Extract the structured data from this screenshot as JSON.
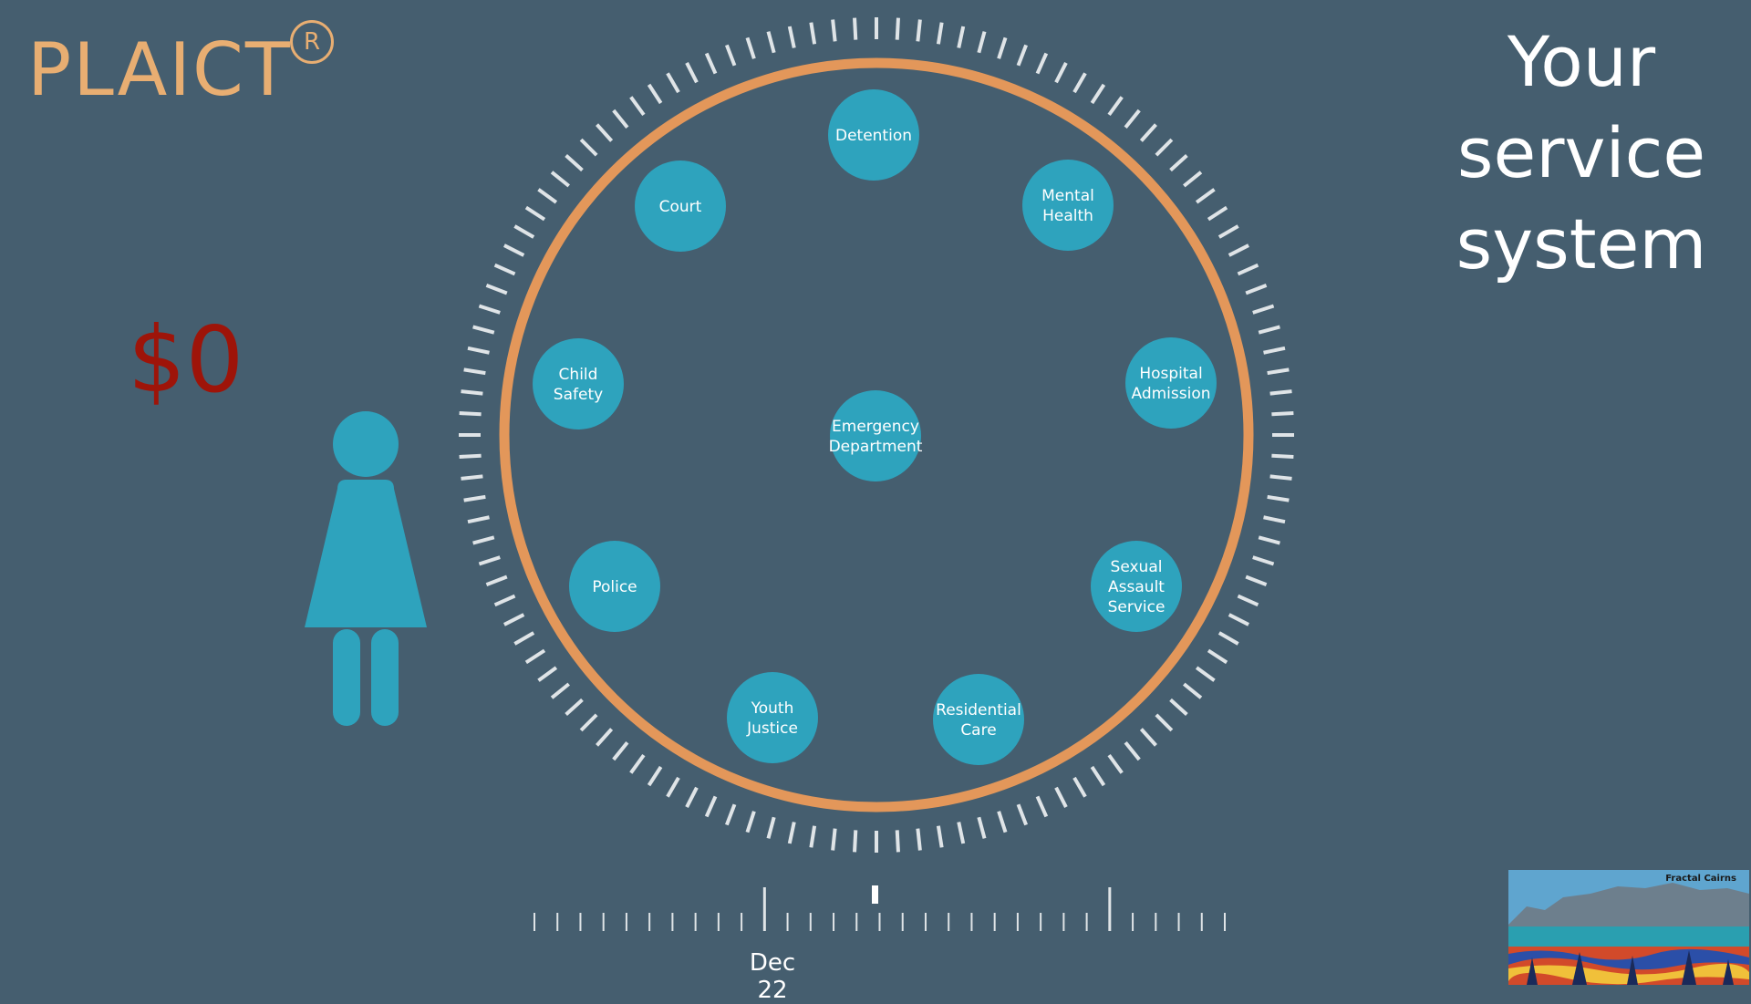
{
  "brand": {
    "name": "PLAICT",
    "registered_mark": "R",
    "color": "#e8ae72"
  },
  "headline": {
    "lines": [
      "Your",
      "service",
      "system"
    ]
  },
  "cost": {
    "value": "$0",
    "color": "#9e1409"
  },
  "person": {
    "icon": "woman-icon",
    "color": "#2ea3bd"
  },
  "services": {
    "center": [
      "Emergency",
      "Department"
    ],
    "items": [
      {
        "id": "detention",
        "lines": [
          "Detention"
        ]
      },
      {
        "id": "mental-health",
        "lines": [
          "Mental",
          "Health"
        ]
      },
      {
        "id": "hospital-admission",
        "lines": [
          "Hospital",
          "Admission"
        ]
      },
      {
        "id": "sexual-assault-service",
        "lines": [
          "Sexual",
          "Assault",
          "Service"
        ]
      },
      {
        "id": "residential-care",
        "lines": [
          "Residential",
          "Care"
        ]
      },
      {
        "id": "youth-justice",
        "lines": [
          "Youth",
          "Justice"
        ]
      },
      {
        "id": "police",
        "lines": [
          "Police"
        ]
      },
      {
        "id": "child-safety",
        "lines": [
          "Child",
          "Safety"
        ]
      },
      {
        "id": "court",
        "lines": [
          "Court"
        ]
      }
    ],
    "node_color": "#2ea3bd",
    "ring_color": "#e3975a"
  },
  "timeline": {
    "date_label": "Dec 22"
  },
  "thumbnail": {
    "title": "Fractal Cairns"
  },
  "colors": {
    "background": "#455e6f",
    "ticks": "#dfe4e7"
  }
}
